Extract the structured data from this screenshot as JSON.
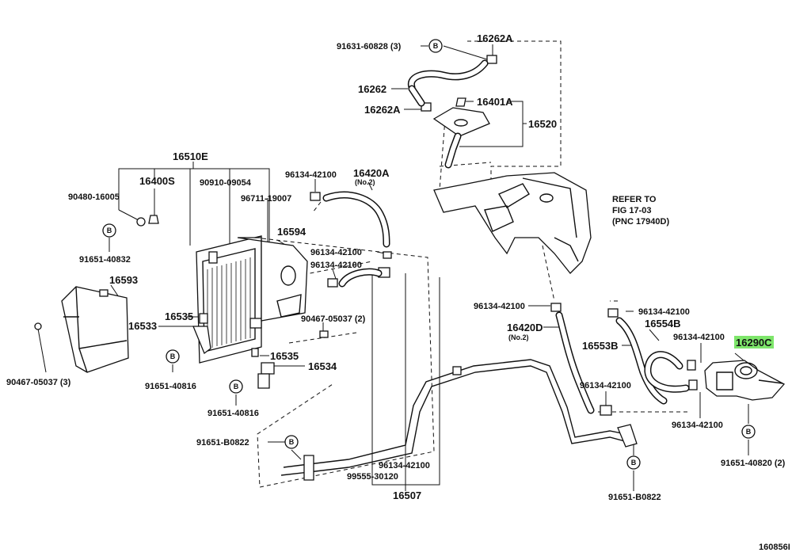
{
  "diagram_id": "160856I",
  "highlight_color": "#7ee66b",
  "refer_note": {
    "line1": "REFER TO",
    "line2": "FIG 17-03",
    "line3": "(PNC 17940D)"
  },
  "bolt_symbol": "B",
  "labels": {
    "p91631_60828": "91631-60828 (3)",
    "p16262A_top": "16262A",
    "p16262": "16262",
    "p16262A_left": "16262A",
    "p16401A": "16401A",
    "p16520": "16520",
    "p16510E": "16510E",
    "p16400S": "16400S",
    "p90910_09054": "90910-09054",
    "p96134_42100_a": "96134-42100",
    "p16420A": "16420A",
    "p16420A_sub": "(No.2)",
    "p90480_16005": "90480-16005",
    "p96711_19007": "96711-19007",
    "p16594": "16594",
    "p91651_40832": "91651-40832",
    "p96134_42100_b": "96134-42100",
    "p96134_42100_c": "96134-42100",
    "p16593": "16593",
    "p16535_a": "16535",
    "p16533": "16533",
    "p90467_05037_2": "90467-05037 (2)",
    "p96134_42100_d": "96134-42100",
    "p96134_42100_e": "96134-42100",
    "p16420D": "16420D",
    "p16420D_sub": "(No.2)",
    "p16554B": "16554B",
    "p16553B": "16553B",
    "p96134_42100_f": "96134-42100",
    "p16290C": "16290C",
    "p91651_40816_a": "91651-40816",
    "p16535_b": "16535",
    "p16534": "16534",
    "p90467_05037_3": "90467-05037 (3)",
    "p91651_40816_b": "91651-40816",
    "p96134_42100_g": "96134-42100",
    "p96134_42100_h": "96134-42100",
    "p91651_B0822_a": "91651-B0822",
    "p96134_42100_i": "96134-42100",
    "p99555_30120": "99555-30120",
    "p16507": "16507",
    "p91651_40820": "91651-40820 (2)",
    "p91651_B0822_b": "91651-B0822"
  }
}
